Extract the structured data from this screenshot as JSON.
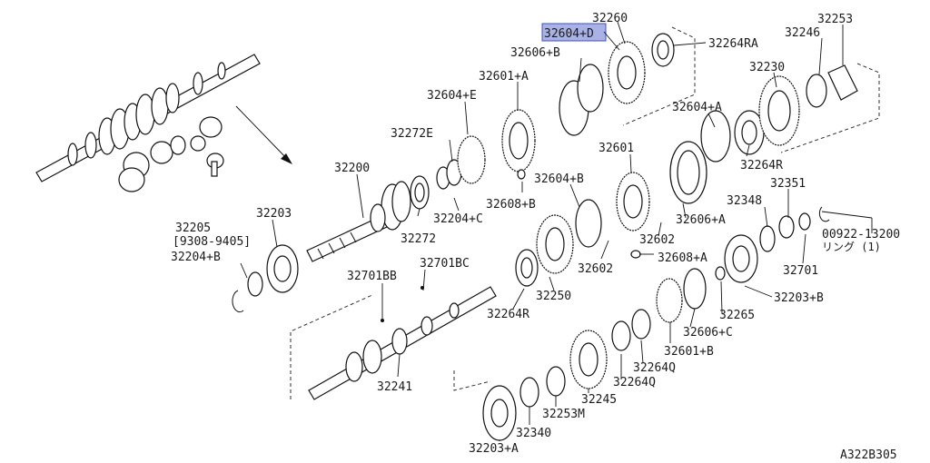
{
  "diagram": {
    "reference_code": "A322B305",
    "highlight_color": "#a9b2e6",
    "parts": [
      {
        "id": "p32260",
        "number": "32260"
      },
      {
        "id": "p32604d",
        "number": "32604+D",
        "highlighted": true
      },
      {
        "id": "p32253",
        "number": "32253"
      },
      {
        "id": "p32264ra",
        "number": "32264RA"
      },
      {
        "id": "p32246",
        "number": "32246"
      },
      {
        "id": "p32606b",
        "number": "32606+B"
      },
      {
        "id": "p32230",
        "number": "32230"
      },
      {
        "id": "p32601a",
        "number": "32601+A"
      },
      {
        "id": "p32604e",
        "number": "32604+E"
      },
      {
        "id": "p32604a",
        "number": "32604+A"
      },
      {
        "id": "p32272e",
        "number": "32272E"
      },
      {
        "id": "p32601",
        "number": "32601"
      },
      {
        "id": "p32264r_top",
        "number": "32264R"
      },
      {
        "id": "p32200",
        "number": "32200"
      },
      {
        "id": "p32604b",
        "number": "32604+B"
      },
      {
        "id": "p32351",
        "number": "32351"
      },
      {
        "id": "p32608b",
        "number": "32608+B"
      },
      {
        "id": "p32348",
        "number": "32348"
      },
      {
        "id": "p32204c",
        "number": "32204+C"
      },
      {
        "id": "p32606a",
        "number": "32606+A"
      },
      {
        "id": "p32205",
        "number": "32205"
      },
      {
        "id": "p32205_range",
        "number": "[9308-9405]"
      },
      {
        "id": "p32203",
        "number": "32203"
      },
      {
        "id": "p00922",
        "number": "00922-13200"
      },
      {
        "id": "p00922_note",
        "number": "リング (1)"
      },
      {
        "id": "p32272",
        "number": "32272"
      },
      {
        "id": "p32602_a",
        "number": "32602"
      },
      {
        "id": "p32204b",
        "number": "32204+B"
      },
      {
        "id": "p32608a",
        "number": "32608+A"
      },
      {
        "id": "p32602_b",
        "number": "32602"
      },
      {
        "id": "p32701",
        "number": "32701"
      },
      {
        "id": "p32701bc",
        "number": "32701BC"
      },
      {
        "id": "p32701bb",
        "number": "32701BB"
      },
      {
        "id": "p32250",
        "number": "32250"
      },
      {
        "id": "p32203b",
        "number": "32203+B"
      },
      {
        "id": "p32264r_mid",
        "number": "32264R"
      },
      {
        "id": "p32265",
        "number": "32265"
      },
      {
        "id": "p32606c",
        "number": "32606+C"
      },
      {
        "id": "p32601b",
        "number": "32601+B"
      },
      {
        "id": "p32264q_a",
        "number": "32264Q"
      },
      {
        "id": "p32264q_b",
        "number": "32264Q"
      },
      {
        "id": "p32241",
        "number": "32241"
      },
      {
        "id": "p32245",
        "number": "32245"
      },
      {
        "id": "p32253m",
        "number": "32253M"
      },
      {
        "id": "p32340",
        "number": "32340"
      },
      {
        "id": "p32203a",
        "number": "32203+A"
      }
    ]
  }
}
